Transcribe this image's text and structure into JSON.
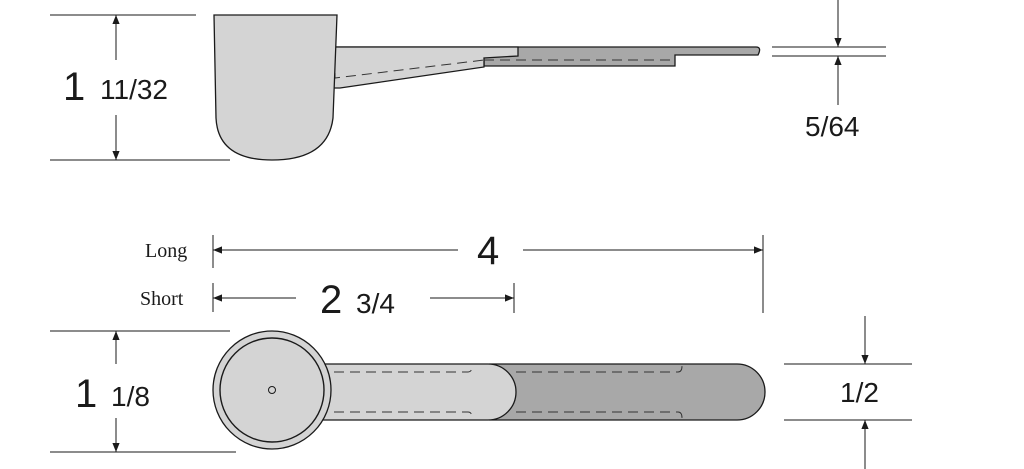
{
  "dimensions": {
    "side_height_whole": "1",
    "side_height_fraction": "11/32",
    "thickness": "5/64",
    "long_label": "Long",
    "long_length": "4",
    "short_label": "Short",
    "short_length_whole": "2",
    "short_length_fraction": "3/4",
    "bowl_diameter_whole": "1",
    "bowl_diameter_fraction": "1/8",
    "handle_width": "1/2"
  },
  "colors": {
    "light_part": "#d4d4d4",
    "dark_part": "#a8a8a8",
    "line": "#1a1a1a"
  }
}
